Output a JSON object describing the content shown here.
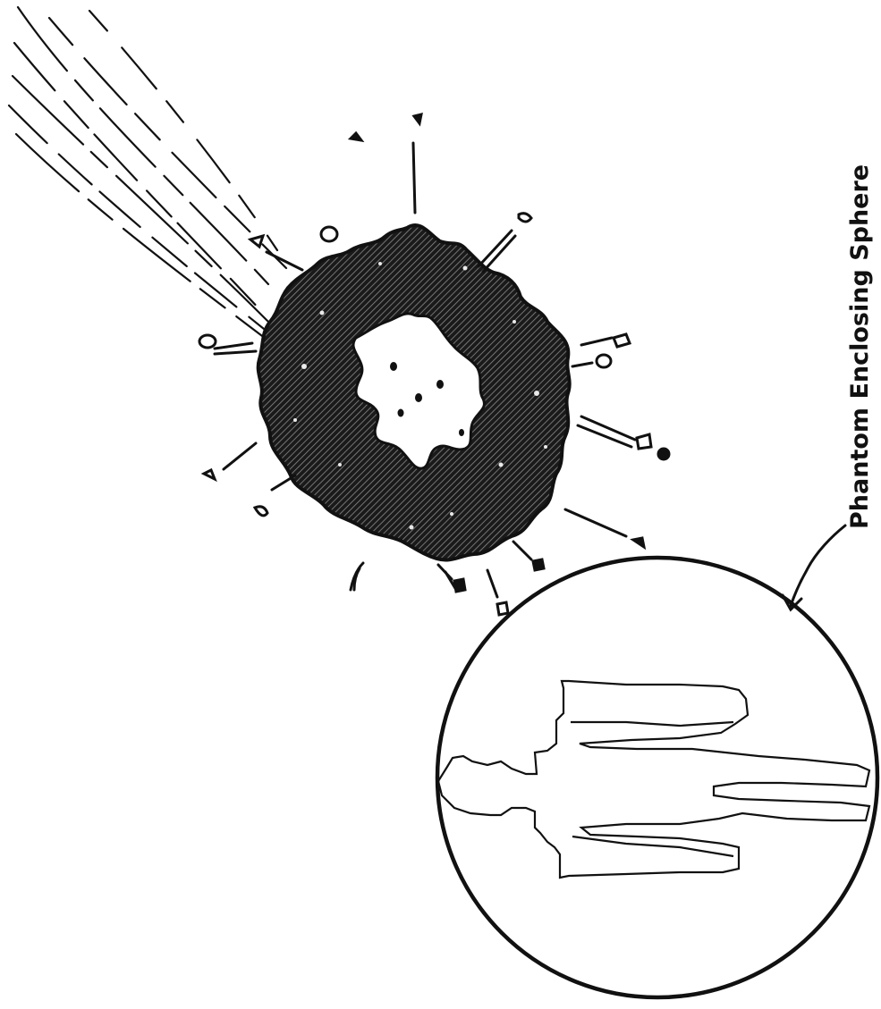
{
  "figure": {
    "label": "Phantom Enclosing Sphere",
    "colors": {
      "ink": "#111111",
      "background": "#ffffff"
    },
    "parts": [
      "incoming-fragment-streaks",
      "cloud-outer-shell",
      "cloud-inner-cavity",
      "debris-fragments",
      "enclosing-sphere",
      "phantom-human-figure"
    ]
  }
}
